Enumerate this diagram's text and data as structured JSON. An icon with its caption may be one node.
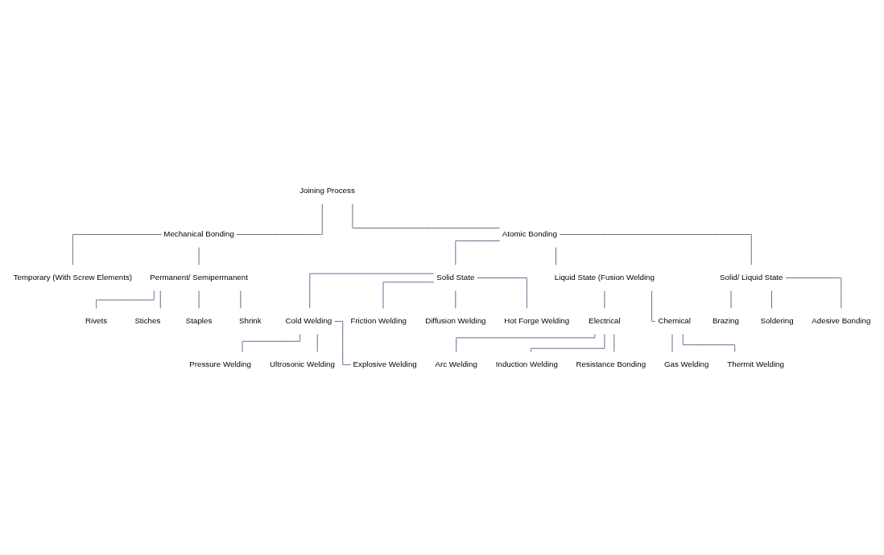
{
  "diagram": {
    "nodes": [
      {
        "text": [
          "Joining Process"
        ]
      },
      {
        "text": [
          "Mechanical Bonding"
        ]
      },
      {
        "text": [
          "Atomic Bonding"
        ]
      },
      {
        "text": [
          "Temporary (With Screw Elements)"
        ]
      },
      {
        "text": [
          "Permanent/ Semipermanent"
        ]
      },
      {
        "text": [
          "Rivets"
        ]
      },
      {
        "text": [
          "Stiches"
        ]
      },
      {
        "text": [
          "Staples"
        ]
      },
      {
        "text": [
          "Shrink"
        ]
      },
      {
        "text": [
          "Solid State"
        ]
      },
      {
        "text": [
          "Liquid State (Fusion Welding"
        ]
      },
      {
        "text": [
          "Solid/ Liquid State"
        ]
      },
      {
        "text": [
          "Cold Welding"
        ]
      },
      {
        "text": [
          "Friction Welding"
        ]
      },
      {
        "text": [
          "Diffusion Welding"
        ]
      },
      {
        "text": [
          "Hot Forge Welding"
        ]
      },
      {
        "text": [
          "Electrical"
        ]
      },
      {
        "text": [
          "Chemical"
        ]
      },
      {
        "text": [
          "Brazing"
        ]
      },
      {
        "text": [
          "Soldering"
        ]
      },
      {
        "text": [
          "Adesive Bonding"
        ]
      },
      {
        "text": [
          "Pressure Welding"
        ]
      },
      {
        "text": [
          "Ultrosonic Welding"
        ]
      },
      {
        "text": [
          "Explosive Welding"
        ]
      },
      {
        "text": [
          "Arc Welding"
        ]
      },
      {
        "text": [
          "Induction Welding"
        ]
      },
      {
        "text": [
          "Resistance Bonding"
        ]
      },
      {
        "text": [
          "Gas Welding"
        ]
      },
      {
        "text": [
          "Thermit Welding"
        ]
      }
    ],
    "edges": [
      {
        "from": 0,
        "to": 1,
        "arrow": "none"
      },
      {
        "from": 0,
        "to": 2,
        "arrow": "none"
      },
      {
        "from": 1,
        "to": 3,
        "arrow": "none"
      },
      {
        "from": 1,
        "to": 4,
        "arrow": "none"
      },
      {
        "from": 4,
        "to": 5,
        "arrow": "none"
      },
      {
        "from": 4,
        "to": 6,
        "arrow": "none"
      },
      {
        "from": 4,
        "to": 7,
        "arrow": "none"
      },
      {
        "from": 4,
        "to": 8,
        "arrow": "none"
      },
      {
        "from": 2,
        "to": 9,
        "arrow": "none"
      },
      {
        "from": 2,
        "to": 10,
        "arrow": "none"
      },
      {
        "from": 2,
        "to": 11,
        "arrow": "none"
      },
      {
        "from": 9,
        "to": 12,
        "arrow": "none"
      },
      {
        "from": 9,
        "to": 13,
        "arrow": "none"
      },
      {
        "from": 9,
        "to": 14,
        "arrow": "none"
      },
      {
        "from": 9,
        "to": 15,
        "arrow": "none"
      },
      {
        "from": 10,
        "to": 16,
        "arrow": "none"
      },
      {
        "from": 10,
        "to": 17,
        "arrow": "none"
      },
      {
        "from": 11,
        "to": 18,
        "arrow": "none"
      },
      {
        "from": 11,
        "to": 19,
        "arrow": "none"
      },
      {
        "from": 11,
        "to": 20,
        "arrow": "none"
      },
      {
        "from": 12,
        "to": 21,
        "arrow": "none"
      },
      {
        "from": 12,
        "to": 22,
        "arrow": "none"
      },
      {
        "from": 12,
        "to": 23,
        "arrow": "none"
      },
      {
        "from": 16,
        "to": 24,
        "arrow": "none"
      },
      {
        "from": 16,
        "to": 25,
        "arrow": "none"
      },
      {
        "from": 16,
        "to": 26,
        "arrow": "none"
      },
      {
        "from": 17,
        "to": 27,
        "arrow": "none"
      },
      {
        "from": 17,
        "to": 28,
        "arrow": "none"
      }
    ]
  }
}
